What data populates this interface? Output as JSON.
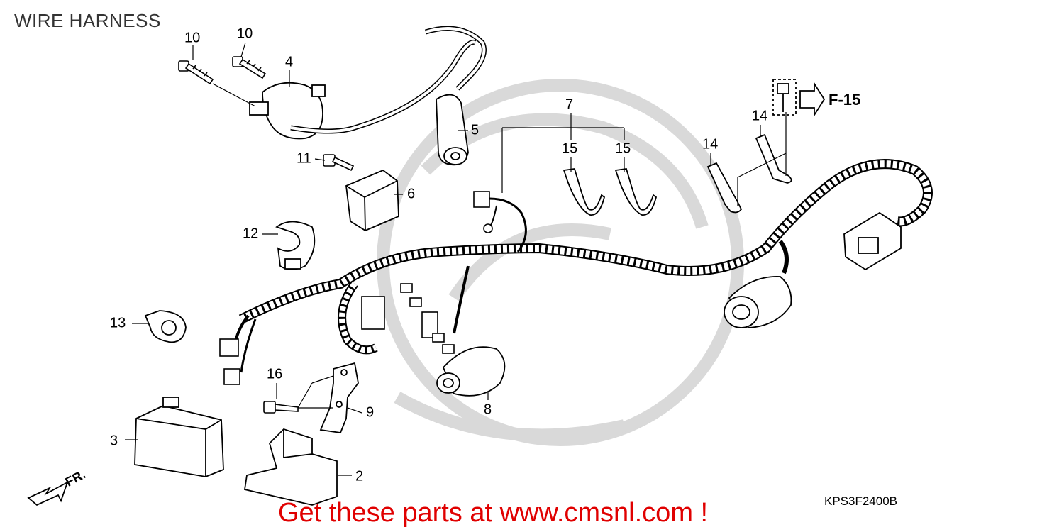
{
  "title": "WIRE HARNESS",
  "diagram_code": "KPS3F2400B",
  "promo_text": "Get these parts at www.cmsnl.com !",
  "ref_label": "F-15",
  "front_label": "FR.",
  "colors": {
    "promo": "#e00000",
    "watermark": "#d9d9d9",
    "line": "#000000"
  },
  "callouts": [
    "10",
    "10",
    "4",
    "5",
    "11",
    "6",
    "7",
    "15",
    "15",
    "14",
    "14",
    "12",
    "13",
    "16",
    "9",
    "8",
    "3",
    "2"
  ]
}
